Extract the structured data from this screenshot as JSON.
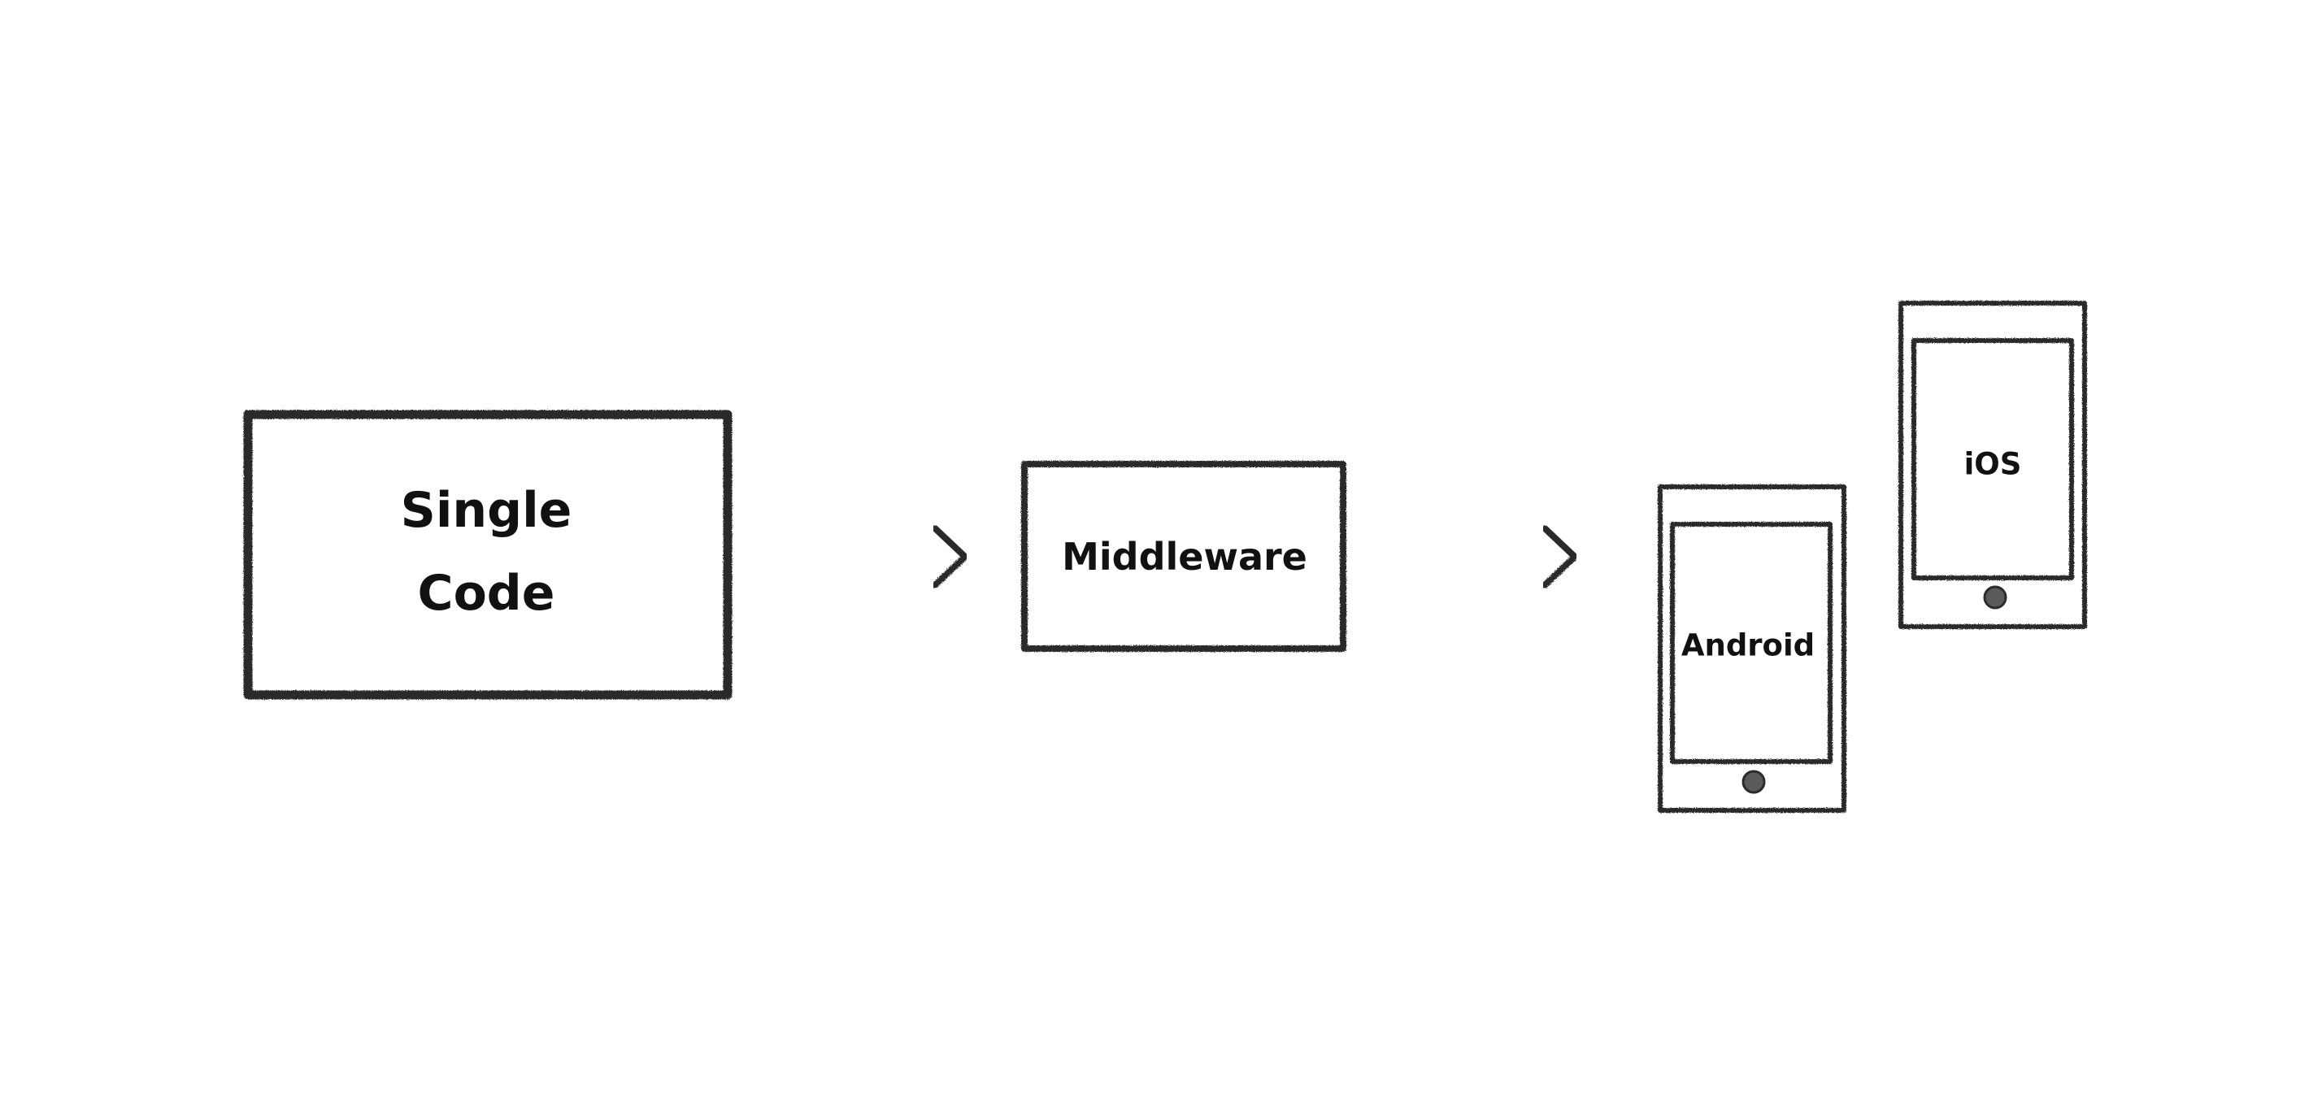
{
  "nodes": {
    "single_code": {
      "line1": "Single",
      "line2": "Code"
    },
    "middleware": {
      "label": "Middleware"
    },
    "android": {
      "label": "Android"
    },
    "ios": {
      "label": "iOS"
    }
  },
  "colors": {
    "stroke": "#2b2b2b",
    "text": "#111111",
    "button": "#5a5a5a",
    "background": "#ffffff"
  }
}
